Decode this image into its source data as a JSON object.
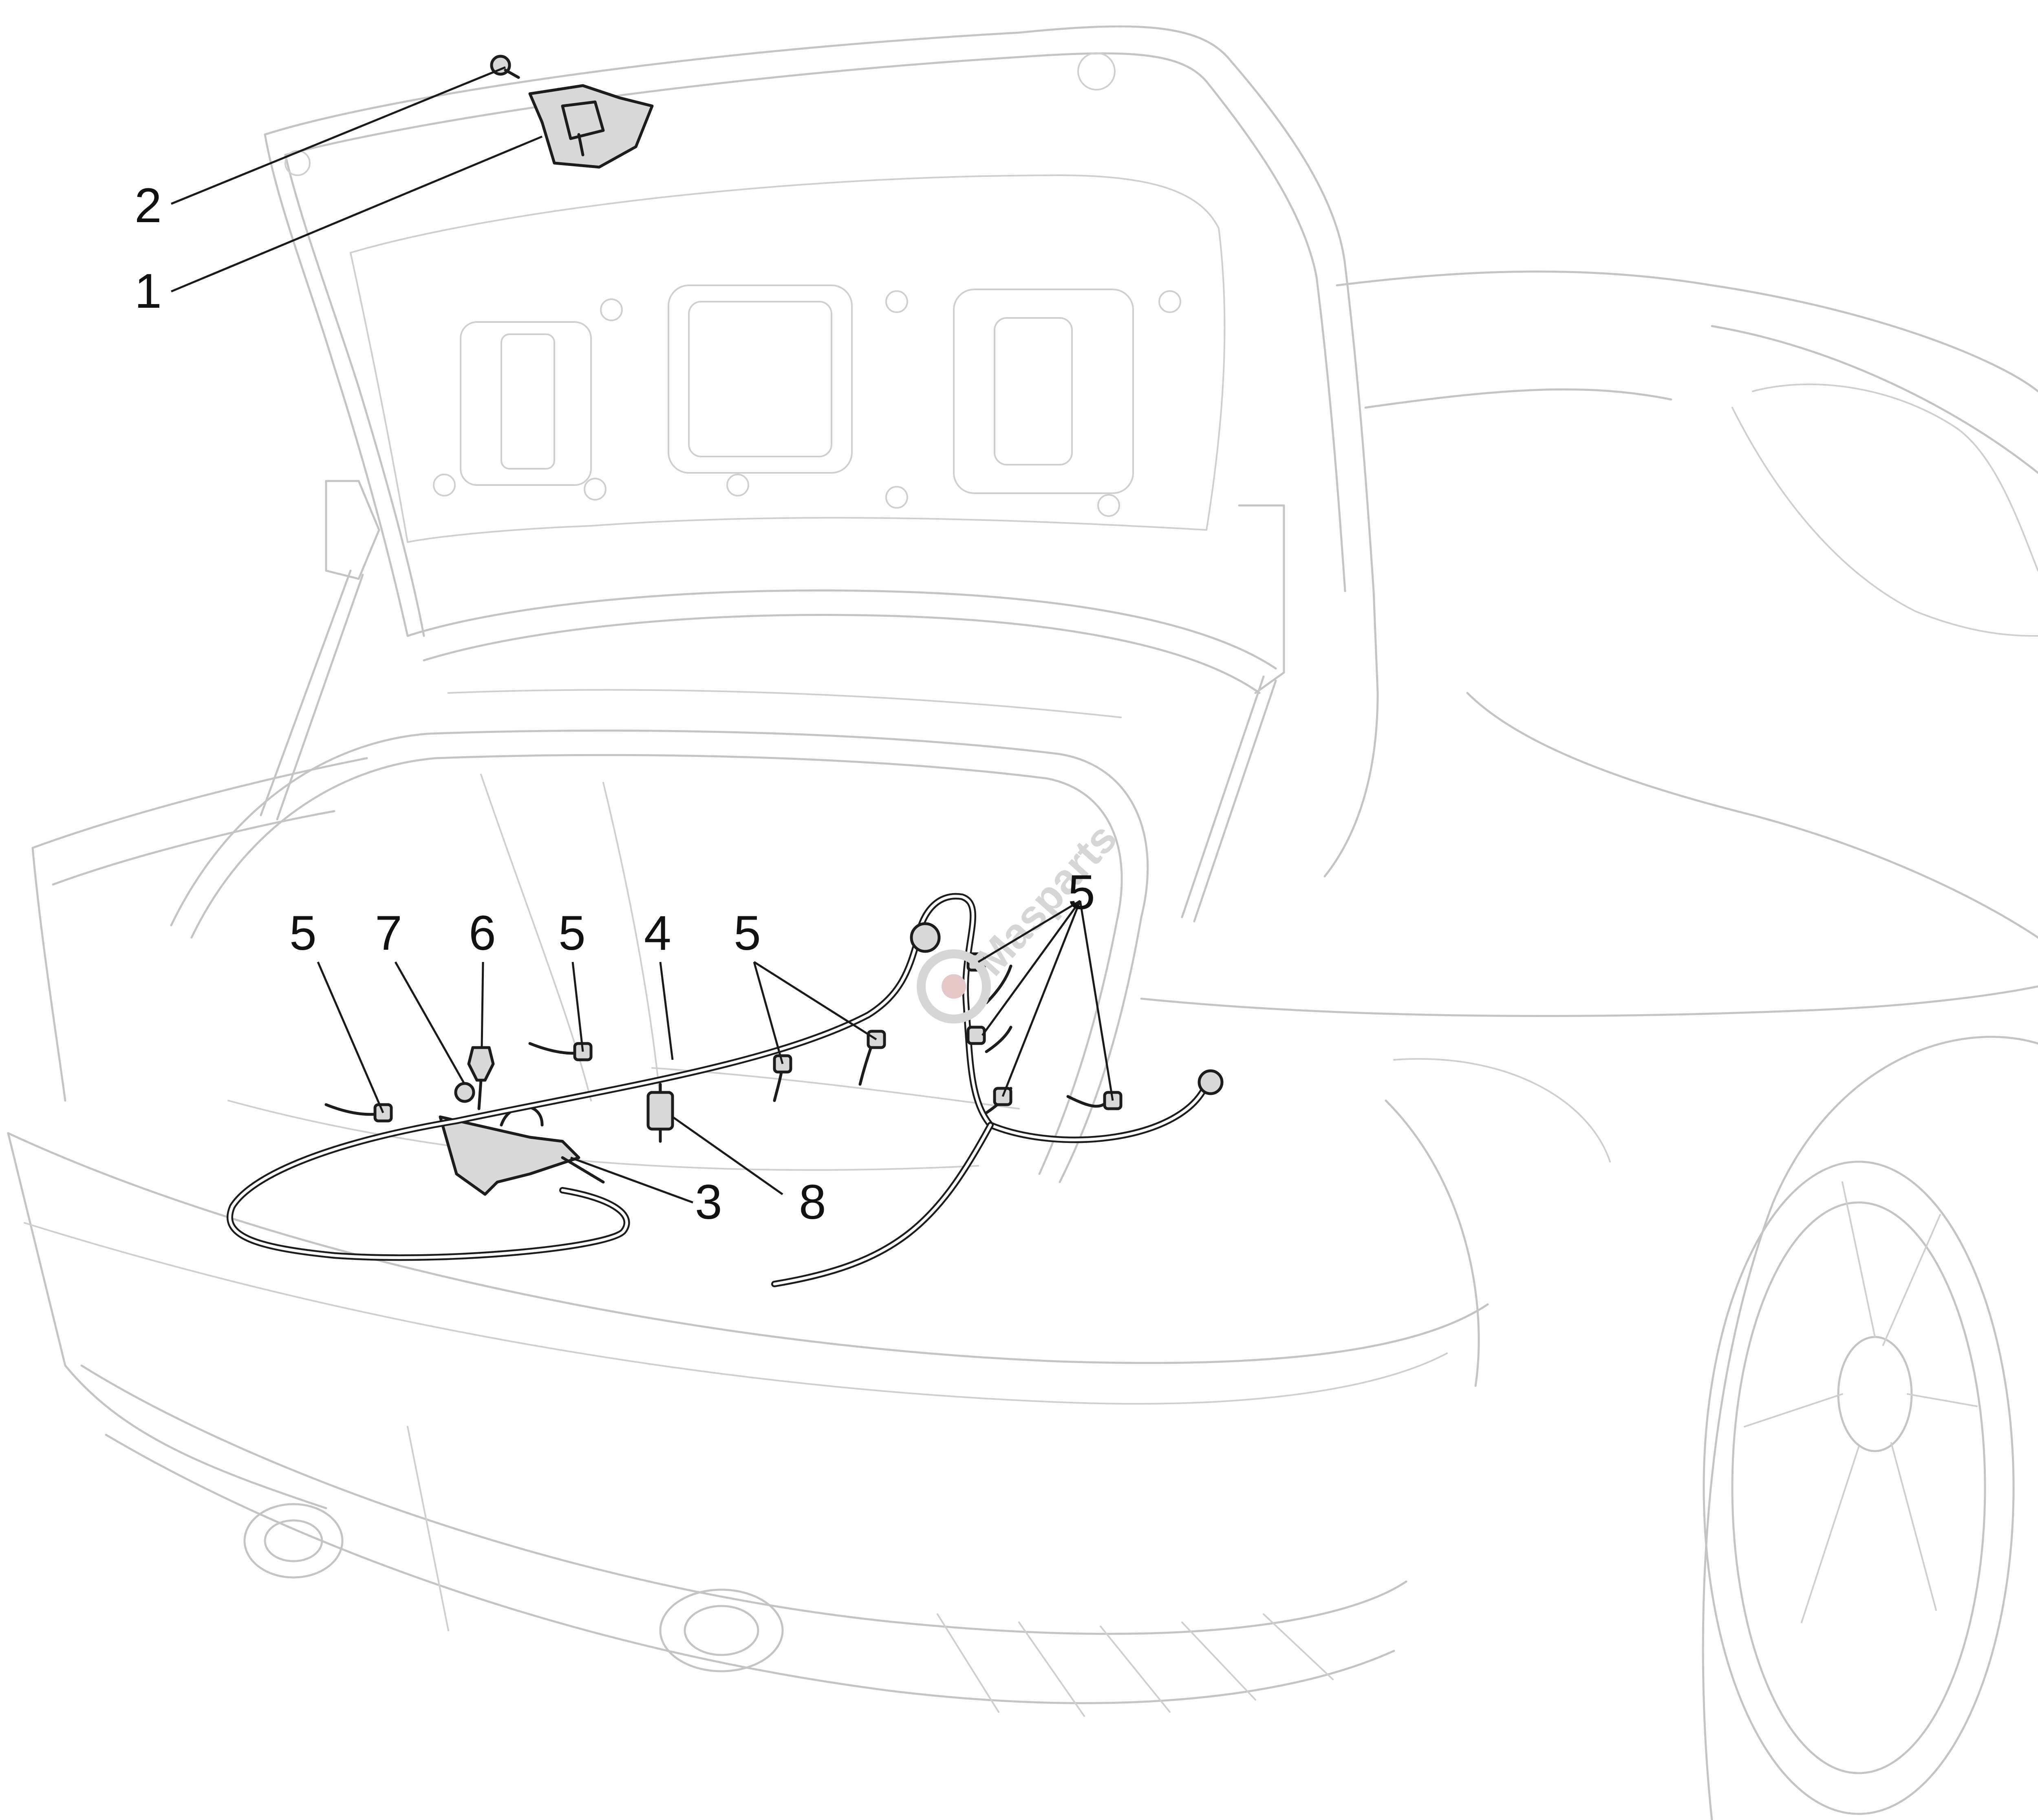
{
  "callouts": {
    "c1": "1",
    "c2": "2",
    "c3": "3",
    "c4": "4",
    "c5a": "5",
    "c5b": "5",
    "c5c": "5",
    "c5d": "5",
    "c6": "6",
    "c7": "7",
    "c8": "8"
  },
  "watermark": {
    "brand": "Masparts"
  },
  "colors": {
    "outline": "#c4c4c4",
    "part": "#1c1c1c",
    "watermark": "#d6d6d6"
  }
}
